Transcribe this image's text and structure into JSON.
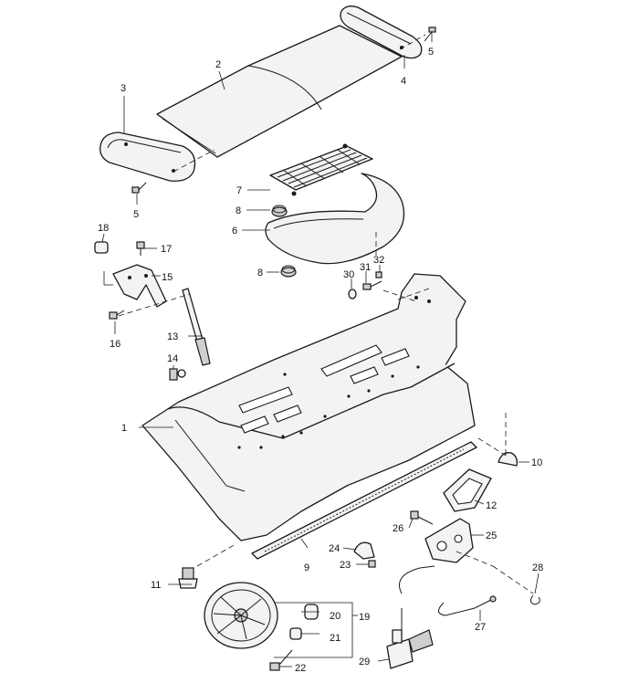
{
  "callouts": {
    "c1": "1",
    "c2": "2",
    "c3": "3",
    "c4": "4",
    "c5a": "5",
    "c5b": "5",
    "c6": "6",
    "c7": "7",
    "c8a": "8",
    "c8b": "8",
    "c10": "10",
    "c11": "11",
    "c12": "12",
    "c13": "13",
    "c14": "14",
    "c15": "15",
    "c16": "16",
    "c17": "17",
    "c18": "18",
    "c19": "19",
    "c20": "20",
    "c21": "21",
    "c22": "22",
    "c23": "23",
    "c24": "24",
    "c25": "25",
    "c26": "26",
    "c27": "27",
    "c28": "28",
    "c29": "29",
    "c30": "30",
    "c31": "31",
    "c32": "32",
    "c9": "9"
  },
  "colors": {
    "line": "#1a1a1a",
    "fill": "#f3f3f3",
    "shade": "#cfcfcf",
    "background": "#ffffff"
  }
}
